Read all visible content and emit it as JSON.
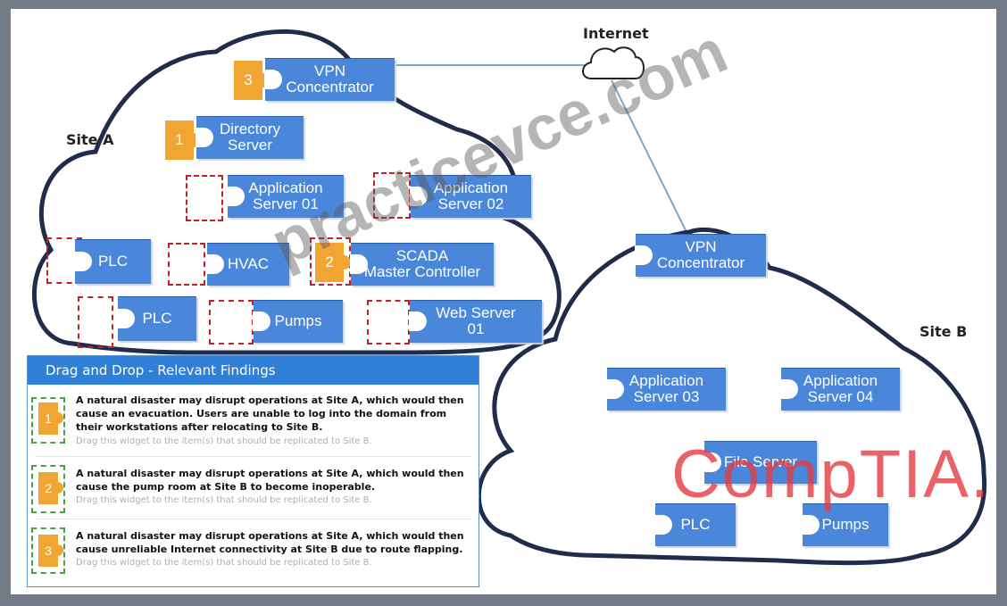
{
  "labels": {
    "internet": "Internet",
    "site_a": "Site A",
    "site_b": "Site B"
  },
  "site_a": {
    "vpn": "VPN\nConcentrator",
    "directory": "Directory\nServer",
    "app1": "Application\nServer 01",
    "app2": "Application\nServer 02",
    "plc1": "PLC",
    "hvac": "HVAC",
    "scada": "SCADA\nMaster Controller",
    "plc2": "PLC",
    "pumps": "Pumps",
    "web": "Web Server\n01"
  },
  "site_b": {
    "vpn": "VPN\nConcentrator",
    "app3": "Application\nServer 03",
    "app4": "Application\nServer 04",
    "file": "File Server",
    "plc": "PLC",
    "pumps": "Pumps"
  },
  "placed_badges": {
    "vpn": "3",
    "directory": "1",
    "scada": "2"
  },
  "panel": {
    "title": "Drag and Drop - Relevant Findings",
    "findings": [
      {
        "num": "1",
        "text": "A natural disaster may disrupt operations at Site A, which would then cause an evacuation. Users are unable to log into the domain from their workstations after relocating to Site B.",
        "hint": "Drag this widget to the item(s) that should be replicated to Site B."
      },
      {
        "num": "2",
        "text": "A natural disaster may disrupt operations at Site A, which would then cause the pump room at Site B to become inoperable.",
        "hint": "Drag this widget to the item(s) that should be replicated to Site B."
      },
      {
        "num": "3",
        "text": "A natural disaster may disrupt operations at Site A, which would then cause unreliable Internet connectivity at Site B due to route flapping.",
        "hint": "Drag this widget to the item(s) that should be replicated to Site B."
      }
    ]
  },
  "watermarks": {
    "practice": "practicevce.com",
    "brand": "CompTIA."
  },
  "colors": {
    "node": "#4a86d9",
    "badge": "#f1a533",
    "slot": "#c0202a",
    "panel_header": "#2f7fd6"
  }
}
